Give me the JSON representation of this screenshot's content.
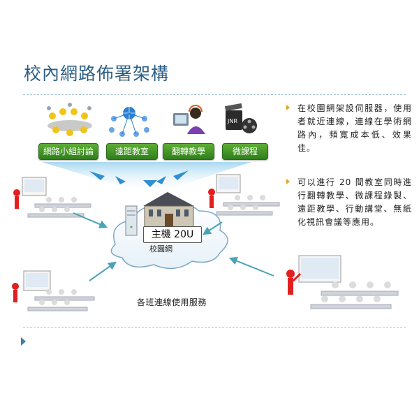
{
  "title": "校內網路佈署架構",
  "services": [
    "網路小組討論",
    "遠距教室",
    "翻轉教學",
    "微課程"
  ],
  "diagram": {
    "host_label": "主機 20U",
    "network_label": "校園網",
    "caption": "各班連線使用服務",
    "media_icon_text": "JNR"
  },
  "bullets": [
    "在校園網架設伺服器，使用者就近連線，連線在學術網路內，頻寬成本低、效果佳。",
    "可以進行 20 間教室同時進行翻轉教學、微課程錄製、遠距教學、行動講堂、無紙化視訊會議等應用。"
  ],
  "colors": {
    "title": "#2d5f86",
    "button": "#3f8f24",
    "arrow": "#4aa3b5",
    "bullet_marker": "#e8a317"
  }
}
